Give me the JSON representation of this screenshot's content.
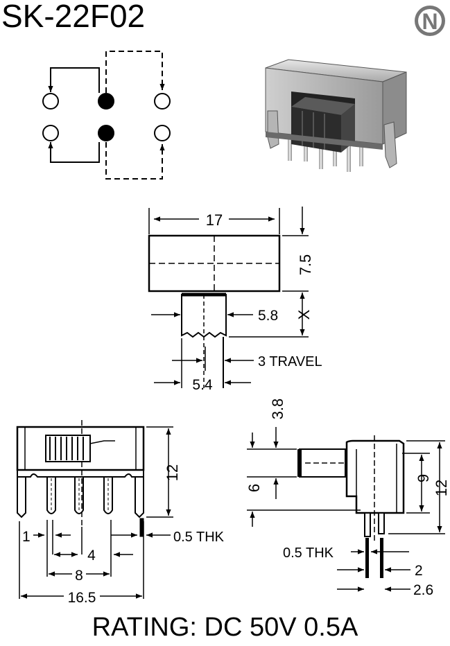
{
  "title": "SK-22F02",
  "logo": {
    "letter": "N",
    "icon": "brand-n-logo"
  },
  "rating": "RATING: DC 50V 0.5A",
  "top_view": {
    "width": "17",
    "height": "7.5",
    "actuator_width": "5.8",
    "actuator_height": "X",
    "travel": "3 TRAVEL",
    "offset": "5.4"
  },
  "front_view": {
    "height": "12",
    "edge": "1",
    "pitch": "4",
    "pin_span": "8",
    "total_width": "16.5",
    "thickness": "0.5 THK"
  },
  "side_view": {
    "actuator_length": "3.8",
    "actuator_offset": "6",
    "body_height": "9",
    "total_height": "12",
    "thickness": "0.5 THK",
    "pin_gap": "2",
    "pin_span": "2.6"
  }
}
